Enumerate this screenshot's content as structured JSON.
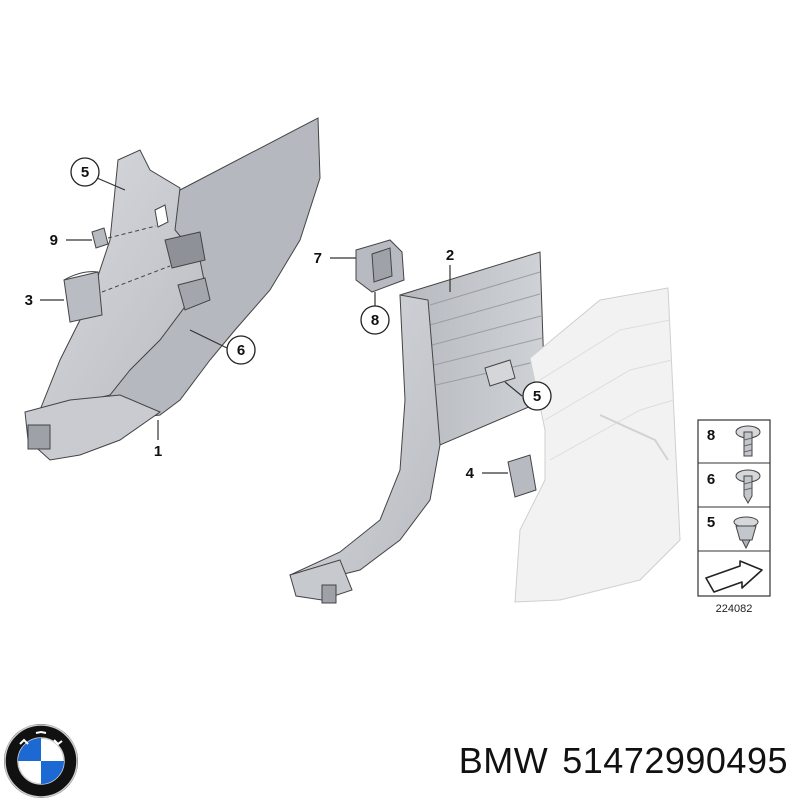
{
  "callouts": {
    "c1": "1",
    "c2": "2",
    "c3": "3",
    "c4": "4",
    "c5a": "5",
    "c5b": "5",
    "c6": "6",
    "c7": "7",
    "c8": "8",
    "c9": "9"
  },
  "legend": {
    "items": [
      {
        "label": "8",
        "icon": "screw-icon"
      },
      {
        "label": "6",
        "icon": "screw-icon"
      },
      {
        "label": "5",
        "icon": "clip-icon"
      }
    ],
    "arrow_icon": "arrow-icon",
    "code": "224082"
  },
  "footer": {
    "brand": "BMW",
    "part_number": "51472990495",
    "logo_icon": "bmw-logo-icon"
  },
  "colors": {
    "part_fill": "#cfd1d6",
    "part_dark": "#a8abb1",
    "ghost_fill": "#f1f1f1",
    "stroke": "#333333",
    "logo_blue": "#1c69d4",
    "logo_ring": "#111111"
  }
}
